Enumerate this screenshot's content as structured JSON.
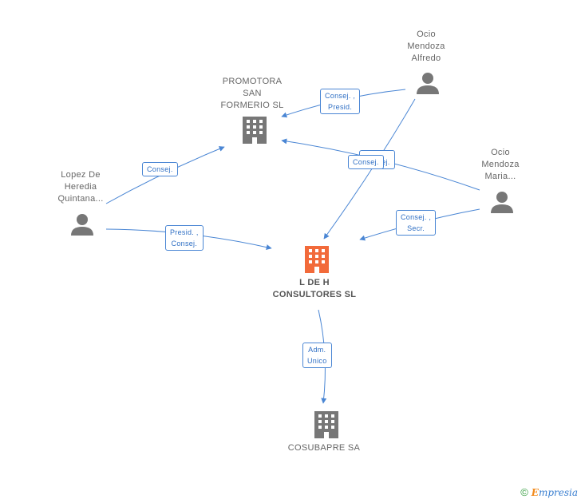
{
  "nodes": {
    "ocio_alfredo": {
      "lines": [
        "Ocio",
        "Mendoza",
        "Alfredo"
      ]
    },
    "ocio_maria": {
      "lines": [
        "Ocio",
        "Mendoza",
        "Maria..."
      ]
    },
    "lopez": {
      "lines": [
        "Lopez De",
        "Heredia",
        "Quintana..."
      ]
    },
    "promotora": {
      "lines": [
        "PROMOTORA",
        "SAN",
        "FORMERIO SL"
      ]
    },
    "ldeh": {
      "lines": [
        "L DE H",
        "CONSULTORES SL"
      ]
    },
    "cosubapre": {
      "lines": [
        "COSUBAPRE SA"
      ]
    }
  },
  "edges": {
    "alfredo_promotora": [
      "Consej. ,",
      "Presid."
    ],
    "lopez_promotora": [
      "Consej."
    ],
    "maria_promotora": [
      "Consej."
    ],
    "alfredo_ldeh": [
      "Consej."
    ],
    "maria_ldeh": [
      "Consej. ,",
      "Secr."
    ],
    "lopez_ldeh": [
      "Presid. ,",
      "Consej."
    ],
    "ldeh_cosubapre": [
      "Adm.",
      "Unico"
    ]
  },
  "colors": {
    "edge": "#4a86d4",
    "company": "#777777",
    "main_company": "#f26a3a",
    "person": "#777777"
  },
  "footer": {
    "copyright": "©",
    "brand_initial": "E",
    "brand_rest": "mpresia"
  }
}
